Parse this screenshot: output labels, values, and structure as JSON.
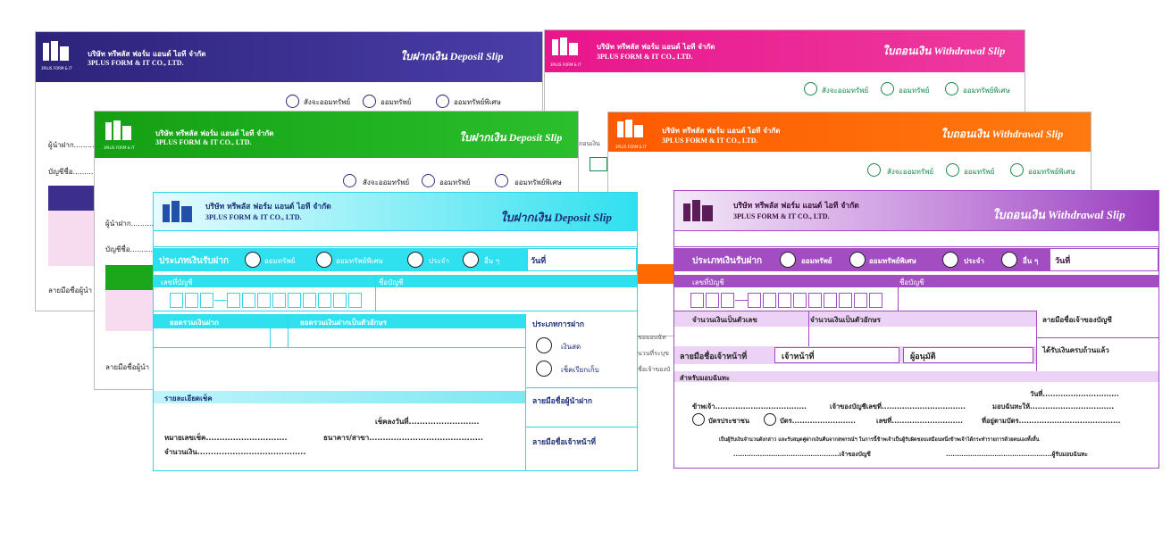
{
  "company_th": "บริษัท ทรีพลัส ฟอร์ม แอนด์ ไอที จำกัด",
  "company_en": "3PLUS FORM & IT CO., LTD.",
  "logo_caption": "3PLUS FORM & IT",
  "colors": {
    "purple": "#3b2e8c",
    "green": "#1aa81a",
    "cyan": "#2fe0ef",
    "magenta": "#e8168a",
    "orange": "#ff6a00",
    "violet": "#a24ec2"
  },
  "back_deposit": {
    "title": "ใบฝากเงิน  Deposil Slip",
    "options": [
      "สังจะออมทรัพย์",
      "ออมทรัพย์",
      "ออมทรัพย์พิเศษ"
    ],
    "depositor": "ผู้นำฝาก.............",
    "account_name": "บัญชีชื่อ.............",
    "signature": "ลายมือชื่อผู้นำ"
  },
  "green_deposit": {
    "title": "ใบฝากเงิน  Deposit Slip",
    "options": [
      "สังจะออมทรัพย์",
      "ออมทรัพย์",
      "ออมทรัพย์พิเศษ"
    ],
    "depositor": "ผู้นำฝาก.............",
    "account_name": "บัญชีชื่อ.............",
    "signature": "ลายมือชื่อผู้นำ"
  },
  "front_deposit": {
    "title": "ใบฝากเงิน  Deposit Slip",
    "type_label": "ประเภทเงินรับฝาก",
    "options": [
      "ออมทรัพย์",
      "ออมทรัพย์พิเศษ",
      "ประจำ",
      "อื่น ๆ"
    ],
    "date": "วันที่",
    "account_no": "เลขที่บัญชี",
    "account_name": "ชื่อบัญชี",
    "total": "ยอดรวมเงินฝาก",
    "total_words": "ยอดรวมเงินฝากเป็นตัวอักษร",
    "txn_type": "ประเภทการฝาก",
    "cash": "เงินสด",
    "cheque": "เช็คเรียกเก็บ",
    "cheque_detail": "รายละเอียดเช็ค",
    "cheque_date": "เช็คลงวันที่..........................",
    "cheque_no": "หมายเลขเช็ค..............................",
    "bank": "ธนาคาร/สาขา..........................................",
    "amount": "จำนวนเงิน........................................",
    "depositor_sig": "ลายมือชื่อผู้นำฝาก",
    "officer_sig": "ลายมือชื่อเจ้าหน้าที่"
  },
  "magenta_withdraw": {
    "title": "ใบถอนเงิน  Withdrawal Slip",
    "options": [
      "สังจะออมทรัพย์",
      "ออมทรัพย์",
      "ออมทรัพย์พิเศษ"
    ]
  },
  "orange_withdraw": {
    "title": "ใบถอนเงิน  Withdrawal Slip",
    "options": [
      "สังจะออมทรัพย์",
      "ออมทรัพย์",
      "ออมทรัพย์พิเศษ"
    ],
    "peek_1": "ถอนเงิน",
    "peek_2": "ขอมอบฉัท",
    "peek_3": "นวนที่ระบุข",
    "peek_4": "ชื่อเจ้าของบั"
  },
  "front_withdraw": {
    "title": "ใบถอนเงิน  Withdrawal Slip",
    "type_label": "ประเภทเงินรับฝาก",
    "options": [
      "ออมทรัพย์",
      "ออมทรัพย์พิเศษ",
      "ประจำ",
      "อื่น ๆ"
    ],
    "date": "วันที่",
    "account_no": "เลขที่บัญชี",
    "account_name": "ชื่อบัญชี",
    "amount_num": "จำนวนเงินเป็นตัวเลข",
    "amount_words": "จำนวนเงินเป็นตัวอักษร",
    "owner_sig": "ลายมือชื่อเจ้าของบัญชี",
    "officer_sig": "ลายมือชื่อเจ้าหน้าที่",
    "officer": "เจ้าหน้าที่",
    "approver": "ผู้อนุมัติ",
    "received": "ได้รับเงินครบถ้วนแล้ว",
    "proxy": "สำหรับมอบฉันทะ",
    "p_date": "วันที่..............................",
    "p_line1a": "ข้าพเจ้า....................................",
    "p_line1b": "เจ้าของบัญชีเลขที่.................................",
    "p_line1c": "มอบฉันทะให้.................................",
    "p_id": "บัตรประชาชน",
    "p_card": "บัตร.........................",
    "p_no": "เลขที่............................",
    "p_addr": "ที่อยู่ตามบัตร........................................",
    "p_text": "เป็นผู้รับเงินจำนวนดังกล่าว และรับสมุดคู่ฝากเงินคืนจากสหกรณ์ฯ ในการนี้ข้าพเจ้าเป็นผู้รับผิดชอบเสมือนหนึ่งข้าพเจ้าได้กระทำรายการด้วยตนเองทั้งสิ้น",
    "p_owner": "................................................เจ้าของบัญชี",
    "p_receiver": "................................................ผู้รับมอบฉันทะ"
  }
}
